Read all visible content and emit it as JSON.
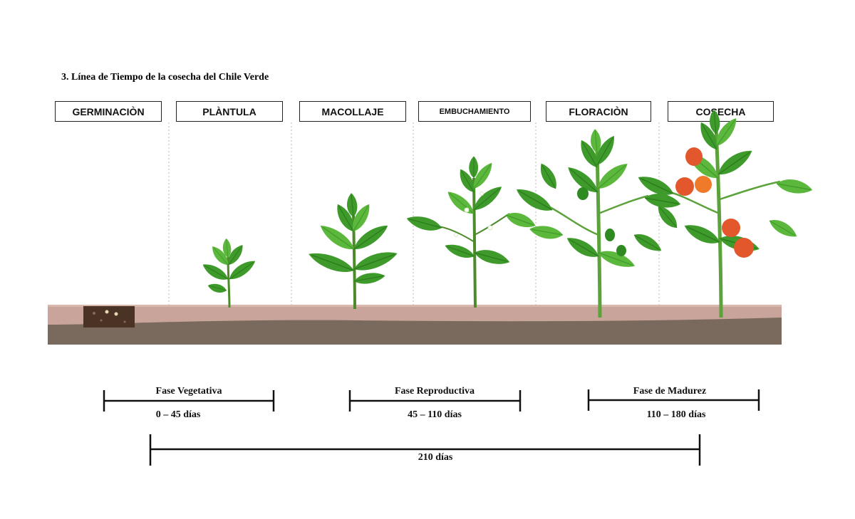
{
  "title": "3. Línea de Tiempo de la cosecha del Chile Verde",
  "stages": [
    {
      "label": "GERMINACIÒN"
    },
    {
      "label": "PLÀNTULA"
    },
    {
      "label": "MACOLLAJE"
    },
    {
      "label": "EMBUCHAMIENTO"
    },
    {
      "label": "FLORACIÒN"
    },
    {
      "label": "COSECHA"
    }
  ],
  "phases": [
    {
      "name": "Fase Vegetativa",
      "duration": "0 – 45 días"
    },
    {
      "name": "Fase Reproductiva",
      "duration": "45 – 110 días"
    },
    {
      "name": "Fase de Madurez",
      "duration": "110 – 180 días"
    }
  ],
  "total": {
    "duration": "210 días"
  },
  "colors": {
    "soil_top": "#c9a49a",
    "soil_body": "#7a6a5e",
    "leaf": "#3e9a2a",
    "leaf_light": "#5cb83c",
    "pepper_red": "#e2572b",
    "pepper_green": "#2f8a22"
  }
}
